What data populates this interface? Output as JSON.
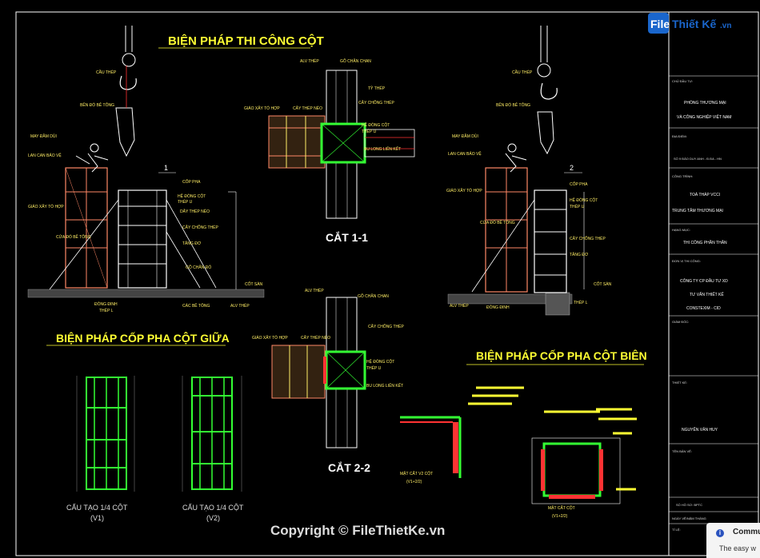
{
  "titles": {
    "main": "BIỆN PHÁP THI CÔNG CỘT",
    "middle": "BIỆN PHÁP CỐP PHA CỘT GIỮA",
    "edge": "BIỆN PHÁP CỐP PHA CỘT BIÊN"
  },
  "sections": {
    "cut11": "CẮT 1-1",
    "cut22": "CẮT 2-2",
    "v1": "CẤU TẠO 1/4 CỘT",
    "v1_sub": "(V1)",
    "v2": "CẤU TẠO 1/4 CỘT",
    "v2_sub": "(V2)",
    "mark1": "1",
    "mark2": "2",
    "mat_v12": "MẶT CẮT V2 CỘT",
    "mat_v12_sub": "(V1+2/2)",
    "mat_v3": "MẶT CẮT CỘT",
    "mat_v3_sub": "(V1+2/2)"
  },
  "labels": {
    "left": [
      "CẦU THÉP",
      "BÊN ĐỔ BÊ TÔNG",
      "MAY ĐẦM DÙI",
      "LAN CAN BẢO VỆ",
      "GIÁO XÂY TỔ HỢP",
      "CỬA ĐỔ BÊ TÔNG",
      "CỐP PHA",
      "HỆ ĐÒNG CỘT",
      "THÉP U",
      "DÂY THÉP NÉO",
      "CÂY CHỐNG THÉP",
      "TĂNG ĐƠ",
      "GỖ CHÂN ĐÓ",
      "CỐT SÀN",
      "ĐÒNG ĐINH",
      "THÉP L",
      "CÁC BÊ TÔNG",
      "ALV THÉP"
    ],
    "center": [
      "ALV THÉP",
      "GỖ CHÂN CHAN",
      "GIÁO XÂY TỔ HỢP",
      "CÂY THÉP NÉO",
      "CÂY CHỐNG THÉP",
      "HỆ ĐÒNG CỘT",
      "THÉP U",
      "BU LONG LIÊN KẾT",
      "TỶ THÉP"
    ]
  },
  "title_block": {
    "chu_dau_tu": "CHỦ ĐẦU TƯ:",
    "owner1": "PHÒNG THƯƠNG MẠI",
    "owner2": "VÀ CÔNG NGHIỆP VIỆT NAM",
    "dia_diem": "ĐỊA ĐIỂM:",
    "address": "SỐ 9 ĐÀO DUY ANH - Đ.ĐA - HN",
    "cong_trinh": "CÔNG TRÌNH:",
    "project1": "TOÀ THÁP VCCI",
    "project2": "TRUNG TÂM THƯƠNG MẠI",
    "hang_muc": "HẠNG MỤC:",
    "item": "THI CÔNG PHẦN THÂN",
    "don_vi": "ĐƠN VỊ THI CÔNG:",
    "company1": "CÔNG TY CP ĐẦU TƯ XD",
    "company2": "TƯ VẤN THIẾT KẾ",
    "company3": "CONSTEXIM - CID",
    "giam_doc": "GIÁM ĐỐC:",
    "thiet_ke": "THIẾT KẾ:",
    "designer": "NGUYỄN VĂN HUY",
    "ten_ban_ve": "TÊN BẢN VẼ:",
    "so_ho_so": "SỐ HỒ SƠ: BPTC",
    "ngay": "NGÀY VẼ/NĂM THÁNG",
    "ti_le": "TỈ LỆ:"
  },
  "watermark": {
    "logo_prefix": "File",
    "logo_main": "Thiết Kế",
    "logo_suffix": ".vn",
    "copyright": "Copyright © FileThietKe.vn"
  },
  "notification": {
    "title": "Commu",
    "text": "The easy w",
    "icon": "info-icon"
  },
  "colors": {
    "background": "#000000",
    "title": "#ffff33",
    "rebar": "#33ff33",
    "formwork": "#ff3333",
    "steel": "#ff8866",
    "frame": "#ffffff",
    "logo_blue": "#1a66cc"
  }
}
